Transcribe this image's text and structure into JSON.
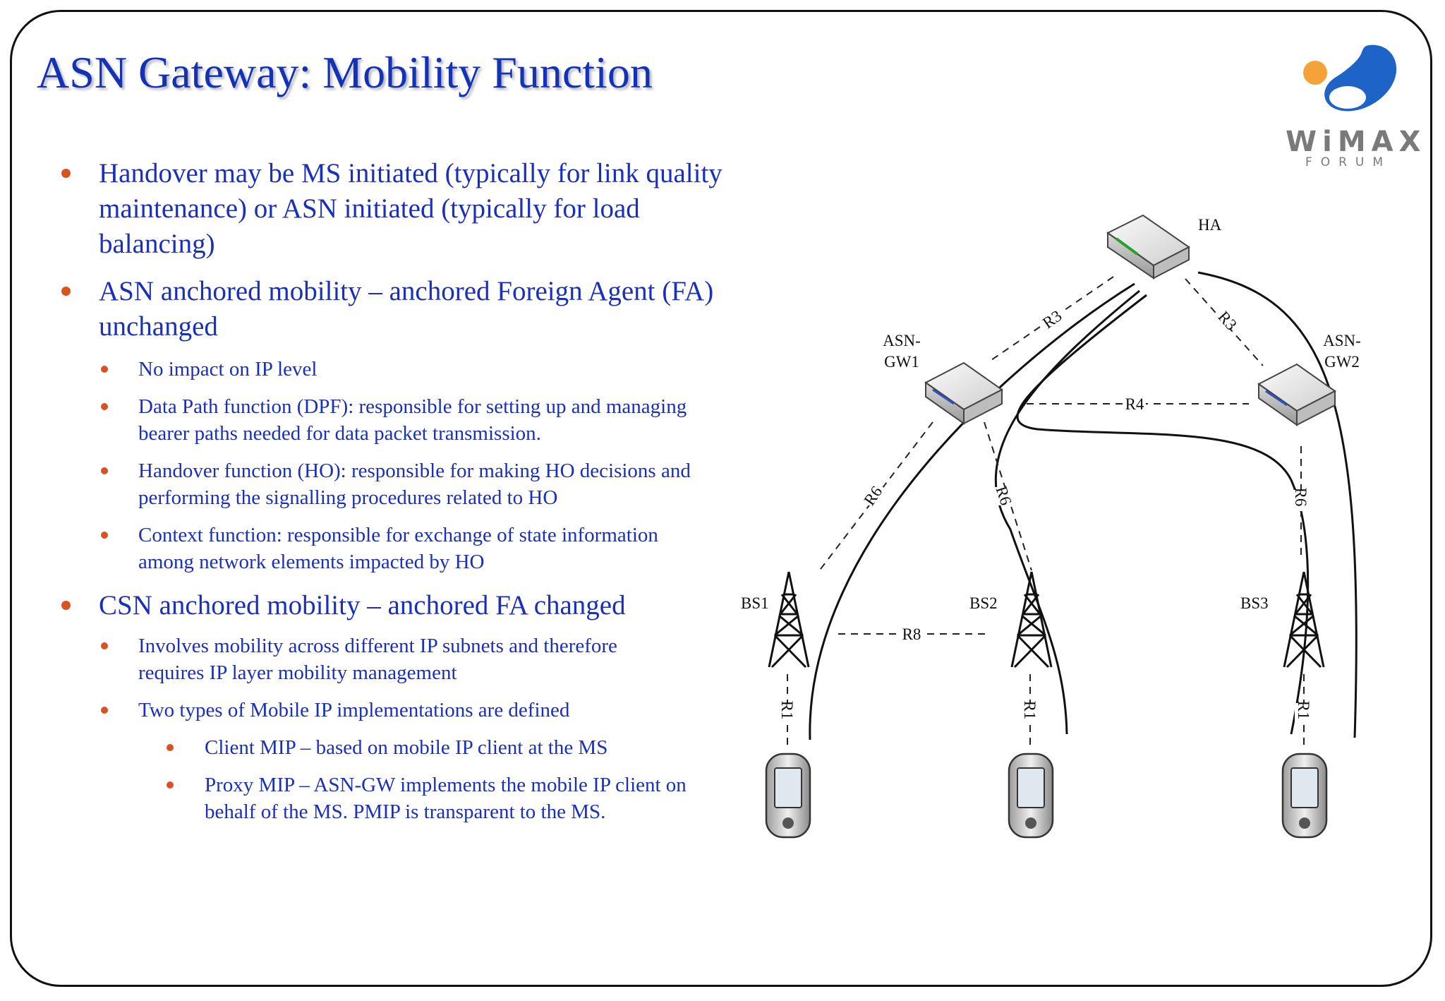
{
  "title": "ASN Gateway: Mobility Function",
  "logo": {
    "wordmark": "WiMAX",
    "subtitle": "FORUM"
  },
  "bullets": [
    {
      "level": 1,
      "text": "Handover may be MS initiated (typically for link quality maintenance) or ASN initiated (typically for load balancing)"
    },
    {
      "level": 1,
      "text": "ASN anchored mobility – anchored Foreign Agent (FA) unchanged"
    },
    {
      "level": 2,
      "text": "No impact on IP level"
    },
    {
      "level": 2,
      "text": "Data Path function (DPF): responsible for setting up and managing bearer paths needed for data packet transmission."
    },
    {
      "level": 2,
      "text": "Handover function (HO): responsible for making HO decisions and performing the signalling procedures related to HO"
    },
    {
      "level": 2,
      "text": "Context function: responsible for exchange of state information among network elements impacted by HO"
    },
    {
      "level": 1,
      "text": "CSN anchored mobility – anchored FA changed"
    },
    {
      "level": 2,
      "text": "Involves mobility across different IP subnets and therefore requires IP layer mobility management"
    },
    {
      "level": 2,
      "text": "Two types of Mobile IP implementations are defined"
    },
    {
      "level": 3,
      "text": "Client MIP – based on mobile IP client at the MS"
    },
    {
      "level": 3,
      "text": "Proxy MIP – ASN-GW implements the mobile IP client on behalf of the MS. PMIP is transparent to the MS."
    }
  ],
  "diagram": {
    "nodes": {
      "ha": "HA",
      "asn_gw1": [
        "ASN-",
        "GW1"
      ],
      "asn_gw2": [
        "ASN-",
        "GW2"
      ],
      "bs1": "BS1",
      "bs2": "BS2",
      "bs3": "BS3"
    },
    "links": {
      "r3_left": "R3",
      "r3_right": "R3",
      "r4": "R4",
      "r6_left": "R6",
      "r6_mid": "R6",
      "r6_right": "R6",
      "r8": "R8",
      "r1_left": "R1",
      "r1_mid": "R1",
      "r1_right": "R1"
    }
  },
  "colors": {
    "title": "#1432b4",
    "text": "#1a2fba",
    "bullet": "#d9521f",
    "logo_blue": "#1e63c8",
    "logo_orange": "#f4a23a"
  }
}
